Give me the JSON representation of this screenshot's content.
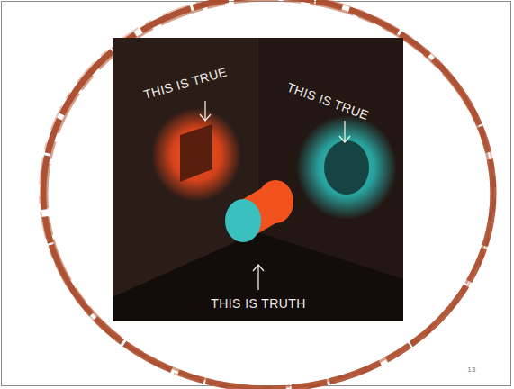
{
  "diagram": {
    "labels": [
      "THIS IS TRUE",
      "THIS IS TRUE",
      "THIS IS TRUTH",
      "13"
    ]
  }
}
